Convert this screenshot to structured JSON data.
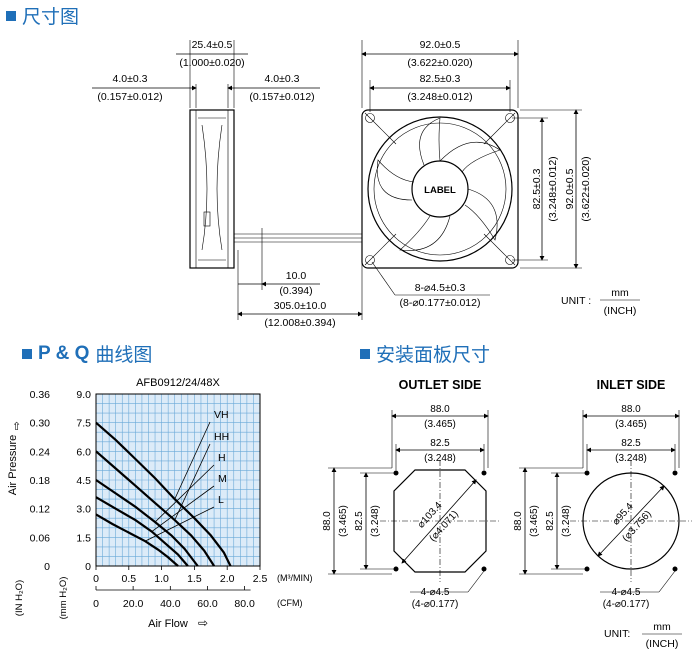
{
  "sections": {
    "dimensions": "尺寸图",
    "pq_prefix": "P & Q",
    "pq_suffix": "曲线图",
    "panel": "安装面板尺寸"
  },
  "dimension_drawing": {
    "thickness_mm": "25.4±0.5",
    "thickness_in": "(1.000±0.020)",
    "flange_left_mm": "4.0±0.3",
    "flange_left_in": "(0.157±0.012)",
    "flange_right_mm": "4.0±0.3",
    "flange_right_in": "(0.157±0.012)",
    "wire_strip_mm": "10.0",
    "wire_strip_in": "(0.394)",
    "lead_length_mm": "305.0±10.0",
    "lead_length_in": "(12.008±0.394)",
    "frame_width_mm": "92.0±0.5",
    "frame_width_in": "(3.622±0.020)",
    "hole_pitch_mm": "82.5±0.3",
    "hole_pitch_in": "(3.248±0.012)",
    "vert_pitch_mm": "82.5±0.3",
    "vert_pitch_in": "(3.248±0.012)",
    "vert_frame_mm": "92.0±0.5",
    "vert_frame_in": "(3.622±0.020)",
    "holes_mm": "8-⌀4.5±0.3",
    "holes_in": "(8-⌀0.177±0.012)",
    "label": "LABEL",
    "unit_label": "UNIT :",
    "unit_mm": "mm",
    "unit_in": "(INCH)"
  },
  "chart_data": {
    "type": "line",
    "title": "AFB0912/24/48X",
    "xlabel": "Air Flow",
    "ylabel": "Air Pressure",
    "x_unit_primary": "(M³/MIN)",
    "x_unit_secondary": "(CFM)",
    "y_unit_primary": "(mm H₂O)",
    "y_unit_secondary": "(IN H₂O)",
    "xlim": [
      0,
      2.5
    ],
    "ylim": [
      0,
      9.0
    ],
    "x_ticks_primary": [
      "0",
      "0.5",
      "1.0",
      "1.5",
      "2.0",
      "2.5"
    ],
    "x_ticks_secondary": [
      "0",
      "20.0",
      "40.0",
      "60.0",
      "80.0"
    ],
    "x_ticks_secondary_positions": [
      0,
      0.566,
      1.133,
      1.699,
      2.265
    ],
    "y_ticks_primary": [
      "0",
      "1.5",
      "3.0",
      "4.5",
      "6.0",
      "7.5",
      "9.0"
    ],
    "y_ticks_secondary": [
      "0",
      "0.06",
      "0.12",
      "0.18",
      "0.24",
      "0.30",
      "0.36"
    ],
    "grid": true,
    "series": [
      {
        "name": "VH",
        "x": [
          0,
          0.3,
          0.6,
          0.9,
          1.2,
          1.5,
          1.75,
          1.95,
          2.05
        ],
        "y": [
          7.5,
          6.6,
          5.6,
          4.6,
          3.5,
          2.5,
          1.6,
          0.7,
          0
        ]
      },
      {
        "name": "HH",
        "x": [
          0,
          0.3,
          0.6,
          0.9,
          1.2,
          1.45,
          1.65,
          1.8
        ],
        "y": [
          6.0,
          5.1,
          4.2,
          3.3,
          2.4,
          1.6,
          0.8,
          0
        ]
      },
      {
        "name": "H",
        "x": [
          0,
          0.3,
          0.6,
          0.9,
          1.15,
          1.35,
          1.55
        ],
        "y": [
          4.5,
          3.8,
          3.1,
          2.3,
          1.6,
          0.9,
          0
        ]
      },
      {
        "name": "M",
        "x": [
          0,
          0.3,
          0.6,
          0.85,
          1.05,
          1.25,
          1.4
        ],
        "y": [
          3.6,
          3.0,
          2.4,
          1.8,
          1.2,
          0.6,
          0
        ]
      },
      {
        "name": "L",
        "x": [
          0,
          0.25,
          0.5,
          0.75,
          0.95,
          1.1,
          1.25
        ],
        "y": [
          2.7,
          2.2,
          1.75,
          1.3,
          0.85,
          0.45,
          0
        ]
      }
    ]
  },
  "outlet_panel": {
    "title": "OUTLET SIDE",
    "width_mm": "88.0",
    "width_in": "(3.465)",
    "pitch_mm": "82.5",
    "pitch_in": "(3.248)",
    "height_mm": "88.0",
    "height_in": "(3.465)",
    "vpitch_mm": "82.5",
    "vpitch_in": "(3.248)",
    "diam_mm": "⌀103.4",
    "diam_in": "(⌀4.071)",
    "holes_mm": "4-⌀4.5",
    "holes_in": "(4-⌀0.177)"
  },
  "inlet_panel": {
    "title": "INLET SIDE",
    "width_mm": "88.0",
    "width_in": "(3.465)",
    "pitch_mm": "82.5",
    "pitch_in": "(3.248)",
    "height_mm": "88.0",
    "height_in": "(3.465)",
    "vpitch_mm": "82.5",
    "vpitch_in": "(3.248)",
    "diam_mm": "⌀95.4",
    "diam_in": "(⌀3.756)",
    "holes_mm": "4-⌀4.5",
    "holes_in": "(4-⌀0.177)"
  },
  "bottom_unit": {
    "label": "UNIT:",
    "mm": "mm",
    "inch": "(INCH)"
  }
}
